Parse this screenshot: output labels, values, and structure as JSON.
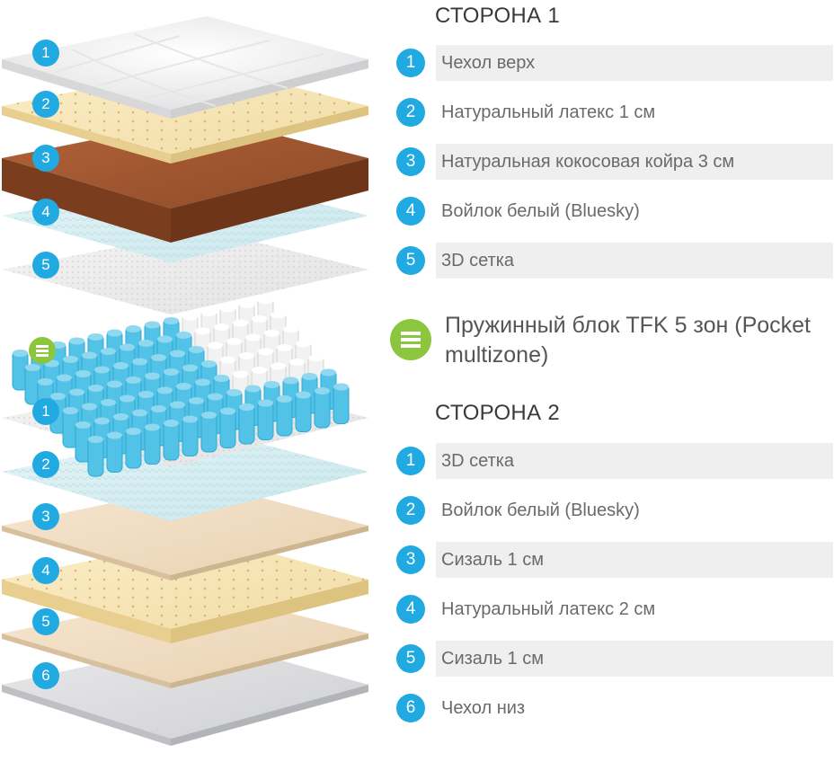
{
  "side1": {
    "title": "СТОРОНА 1",
    "layers": [
      {
        "num": "1",
        "label": "Чехол верх"
      },
      {
        "num": "2",
        "label": "Натуральный латекс 1 см"
      },
      {
        "num": "3",
        "label": "Натуральная кокосовая койра 3 см"
      },
      {
        "num": "4",
        "label": "Войлок белый (Bluesky)"
      },
      {
        "num": "5",
        "label": "3D сетка"
      }
    ]
  },
  "spring_block": {
    "label": "Пружинный блок TFK 5 зон (Pocket multizone)",
    "icon": "layers-icon"
  },
  "side2": {
    "title": "СТОРОНА 2",
    "layers": [
      {
        "num": "1",
        "label": "3D сетка"
      },
      {
        "num": "2",
        "label": "Войлок белый (Bluesky)"
      },
      {
        "num": "3",
        "label": "Сизаль 1 см"
      },
      {
        "num": "4",
        "label": "Натуральный латекс 2 см"
      },
      {
        "num": "5",
        "label": "Сизаль 1 см"
      },
      {
        "num": "6",
        "label": "Чехол низ"
      }
    ]
  },
  "colors": {
    "badge_blue": "#21a9e1",
    "spring_green": "#8cc63f",
    "row_shade": "#efefef"
  }
}
